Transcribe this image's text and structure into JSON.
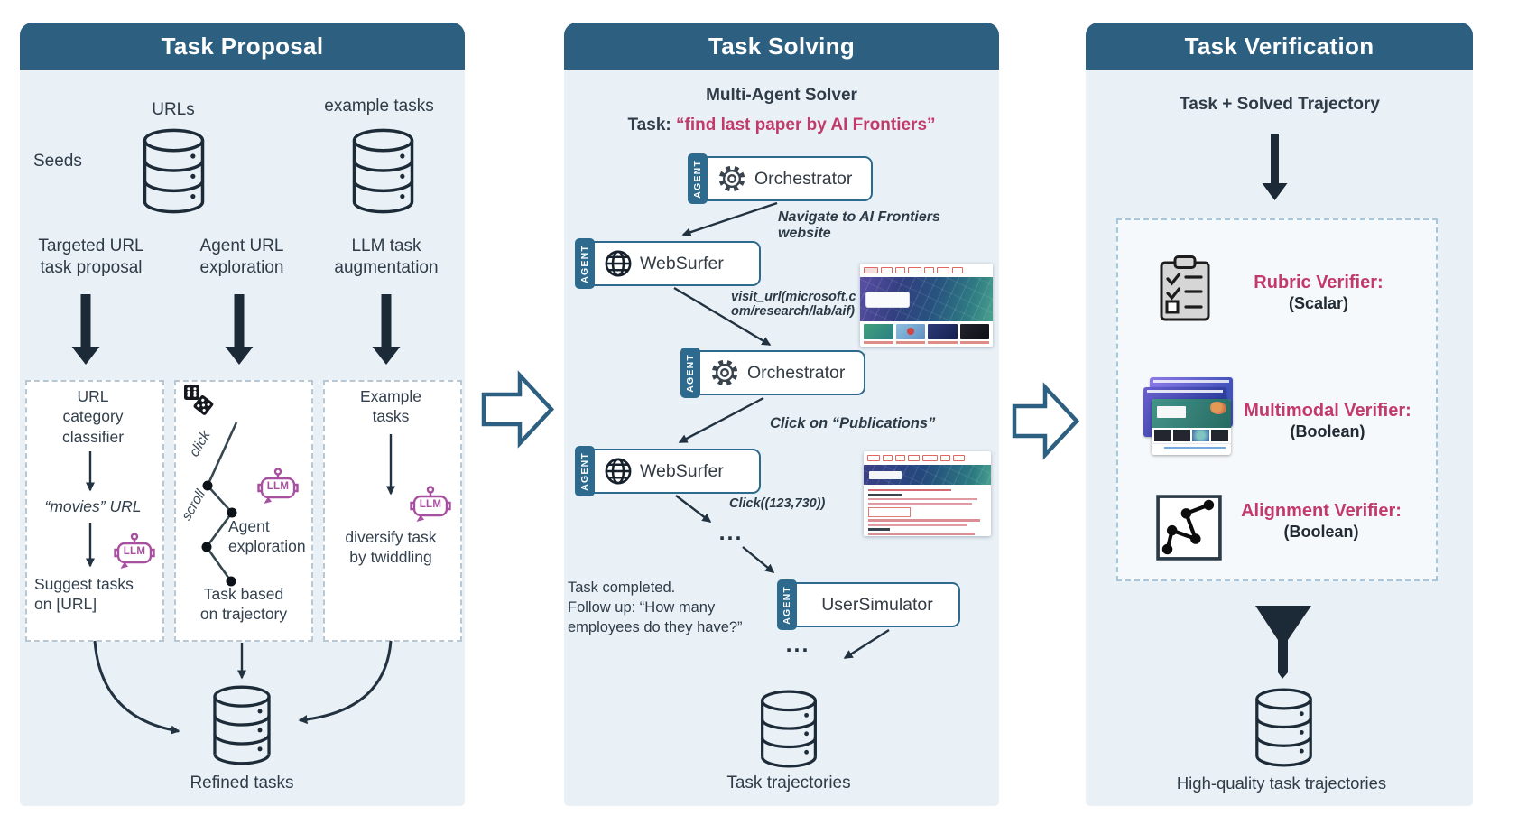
{
  "colors": {
    "header_bg": "#2d6080",
    "panel_bg": "#e9f1f7",
    "agent_accent": "#2d6a8d",
    "highlight_pink": "#c23a6a",
    "arrow_navy": "#1e2c3a",
    "llm_purple": "#a850a0"
  },
  "icons": {
    "agent_tab_label": "AGENT",
    "llm_label": "LLM"
  },
  "proposal": {
    "title": "Task Proposal",
    "seeds_label": "Seeds",
    "urls_db_label": "URLs",
    "examples_db_label": "example tasks",
    "column1_heading": "Targeted URL\ntask proposal",
    "column2_heading": "Agent URL\nexploration",
    "column3_heading": "LLM task\naugmentation",
    "box1": {
      "step1": "URL\ncategory\nclassifier",
      "step2": "“movies” URL",
      "step3": "Suggest tasks\non [URL]"
    },
    "box2": {
      "click_label": "click",
      "scroll_label": "scroll",
      "exploration_label": "Agent\nexploration",
      "task_label": "Task based\non trajectory"
    },
    "box3": {
      "step1": "Example\ntasks",
      "step2": "diversify task\nby twiddling"
    },
    "output_label": "Refined tasks"
  },
  "solving": {
    "title": "Task Solving",
    "subtitle": "Multi-Agent Solver",
    "task_prefix": "Task: ",
    "task_text": "“find last paper by AI Frontiers”",
    "agents": {
      "orchestrator1": "Orchestrator",
      "websurfer1": "WebSurfer",
      "orchestrator2": "Orchestrator",
      "websurfer2": "WebSurfer",
      "usersimulator": "UserSimulator"
    },
    "annotations": {
      "navigate": "Navigate to AI Frontiers\nwebsite",
      "visit_url": "visit_url(microsoft.c\nom/research/lab/aif)",
      "click_publications": "Click on “Publications”",
      "click_coords": "Click((123,730))"
    },
    "ellipsis": "...",
    "followup": "Task completed.\nFollow up: “How many\nemployees do they have?”",
    "output_label": "Task trajectories"
  },
  "verification": {
    "title": "Task Verification",
    "input_label": "Task + Solved Trajectory",
    "verifiers": [
      {
        "name": "Rubric Verifier:",
        "type": "(Scalar)"
      },
      {
        "name": "Multimodal Verifier:",
        "type": "(Boolean)"
      },
      {
        "name": "Alignment Verifier:",
        "type": "(Boolean)"
      }
    ],
    "output_label": "High-quality task trajectories"
  }
}
